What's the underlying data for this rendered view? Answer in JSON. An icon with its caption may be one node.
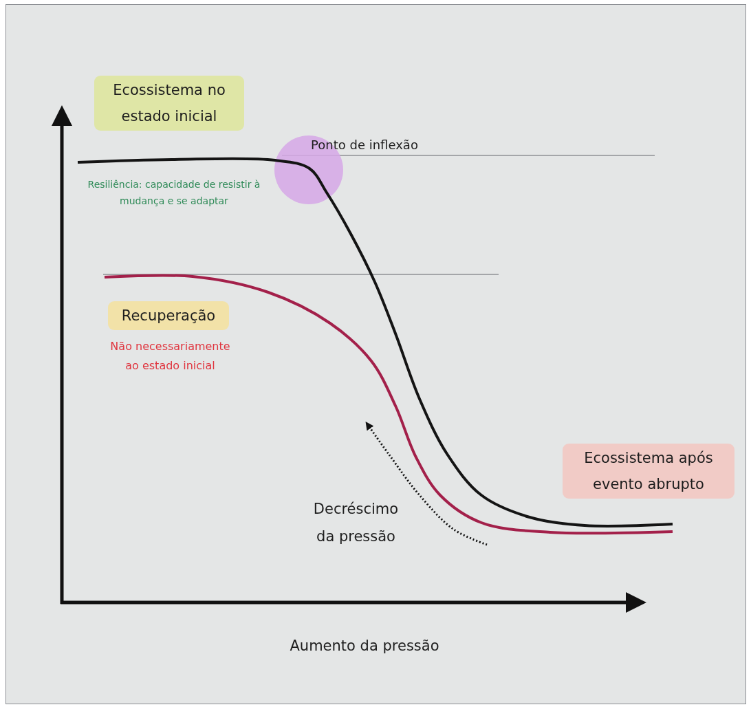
{
  "diagram": {
    "nodes": [
      {
        "text": [
          "Ecossistema no estado inicial"
        ]
      },
      {
        "text": [
          "Recuperação"
        ]
      },
      {
        "text": [
          "Ecossistema após evento abrupto"
        ]
      },
      {
        "text": [],
        "shape": "circle"
      }
    ],
    "labels": [
      "Ponto de inflexão",
      "Resiliência: capacidade de resistir à mudança e se adaptar",
      "Não necessariamente ao estado inicial",
      "Decréscimo da pressão",
      "Aumento da pressão"
    ]
  }
}
